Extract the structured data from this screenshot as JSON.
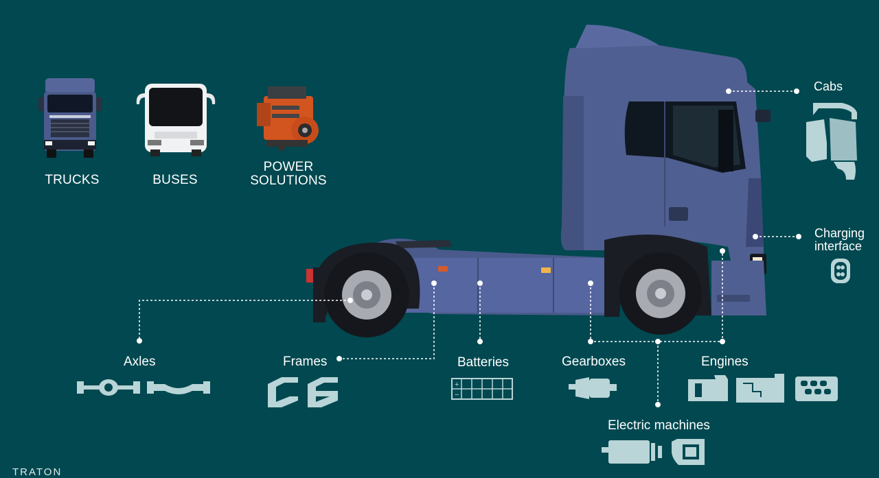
{
  "categories": [
    {
      "id": "trucks",
      "label": "TRUCKS",
      "icon": "truck-icon"
    },
    {
      "id": "buses",
      "label": "BUSES",
      "icon": "bus-icon"
    },
    {
      "id": "power",
      "label": "POWER\nSOLUTIONS",
      "icon": "engine-icon"
    }
  ],
  "components": {
    "cabs": "Cabs",
    "charging_line1": "Charging",
    "charging_line2": "interface",
    "axles": "Axles",
    "frames": "Frames",
    "batteries": "Batteries",
    "gearboxes": "Gearboxes",
    "engines": "Engines",
    "electric_machines": "Electric machines"
  },
  "footer": "TRATON",
  "colors": {
    "background": "#014850",
    "truck_body": "#4f5f91",
    "icon": "#b9d5d7",
    "engine_orange": "#d2541e"
  }
}
